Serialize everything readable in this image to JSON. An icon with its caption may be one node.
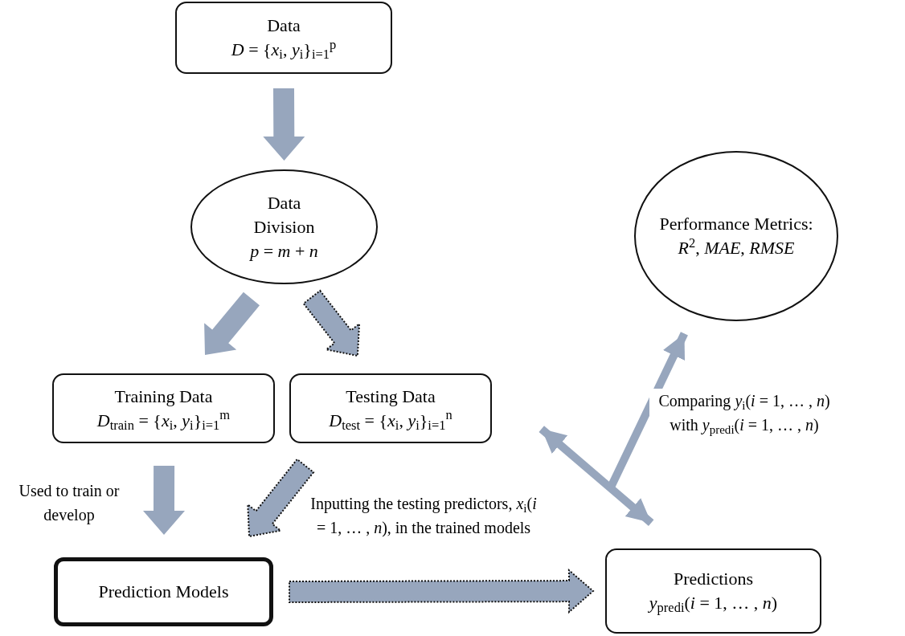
{
  "diagram": {
    "nodes": [
      {
        "text": [
          "Data",
          "*D* = {*x*$_{i}$, *y*$_{i}$}$_{i=1}$$^{p}$"
        ]
      },
      {
        "text": [
          "Data Division",
          "*p* = *m* + *n*"
        ]
      },
      {
        "text": [
          "Training Data",
          "*D*$_{train}$ = {*x*$_{i}$, *y*$_{i}$}$_{i=1}$$^{m}$"
        ]
      },
      {
        "text": [
          "Testing Data",
          "*D*$_{test}$ = {*x*$_{i}$, *y*$_{i}$}$_{i=1}$$^{n}$"
        ]
      },
      {
        "text": [
          "Prediction Models"
        ]
      },
      {
        "text": [
          "Predictions",
          "*y*$_{pred}$$_{i}$(*i* = 1, … , *n*)"
        ]
      },
      {
        "text": [
          "Performance Metrics:",
          "*R*$^{2}$, *MAE*, *RMSE*"
        ]
      }
    ],
    "edges": [
      {
        "from": 0,
        "to": 1,
        "arrow": "to"
      },
      {
        "from": 1,
        "to": 2,
        "arrow": "to"
      },
      {
        "from": 1,
        "to": 3,
        "arrow": "to",
        "style": "dashed"
      },
      {
        "from": 2,
        "to": 4,
        "arrow": "to",
        "label": "Used to train or develop"
      },
      {
        "from": 3,
        "to": 4,
        "arrow": "to",
        "style": "dashed"
      },
      {
        "from": 4,
        "to": 5,
        "arrow": "to",
        "style": "dashed",
        "label": "Inputting the testing predictors, *x*$_{i}$(*i* = 1, … , *n*), in the trained models"
      },
      {
        "from": 3,
        "to": 5,
        "arrow": "both"
      },
      {
        "from": null,
        "to": 6,
        "arrow": "to",
        "label": "Comparing *y*$_{i}$(*i* = 1, … , *n*) with *y*$_{pred}$$_{i}$(*i* = 1, … , *n*)"
      }
    ]
  }
}
